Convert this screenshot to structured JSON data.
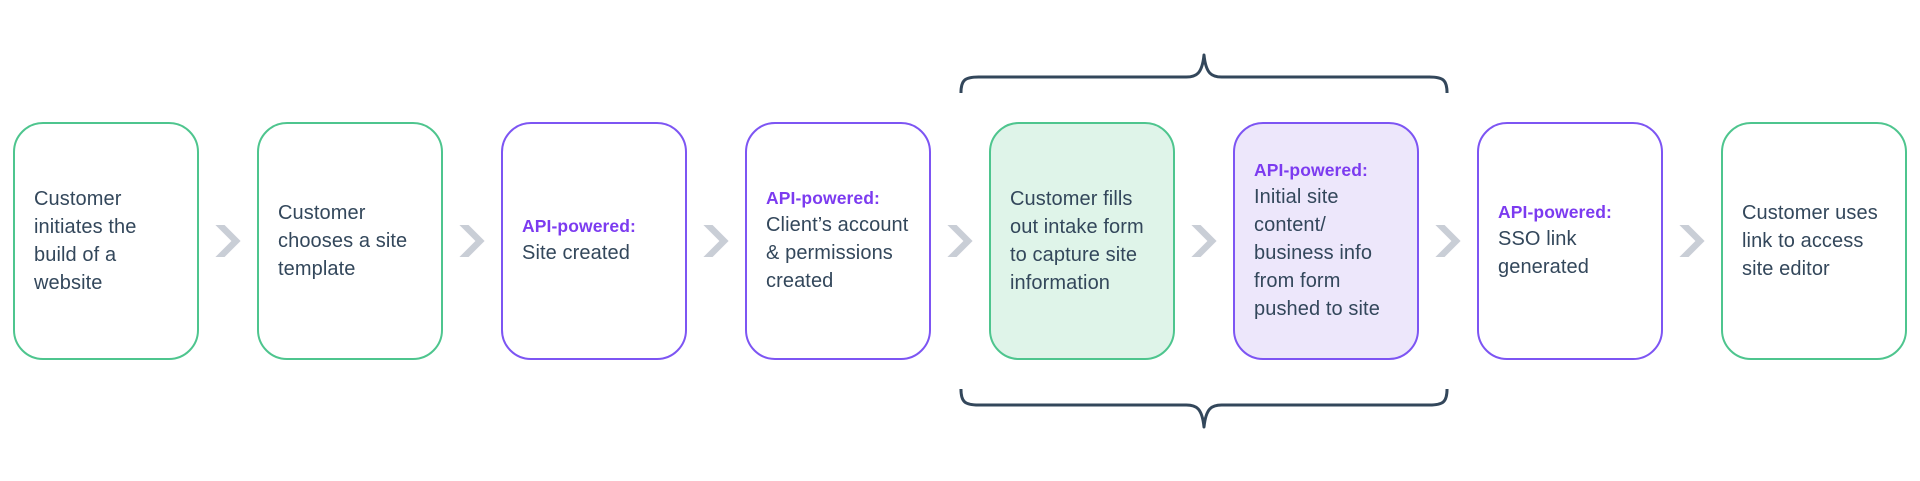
{
  "flow": {
    "steps": [
      {
        "text": "Customer initiates the build of a website"
      },
      {
        "text": "Customer chooses a site template"
      },
      {
        "prefix": "API-powered:",
        "text": "Site created"
      },
      {
        "prefix": "API-powered:",
        "text": "Client’s account & permissions created"
      },
      {
        "text": "Customer fills out intake form to capture site information"
      },
      {
        "prefix": "API-powered:",
        "text": "Initial site content/ business info from form pushed to site"
      },
      {
        "prefix": "API-powered:",
        "text": "SSO link generated"
      },
      {
        "text": "Customer uses link to access site editor"
      }
    ],
    "colors": {
      "green_border": "#4EC58E",
      "green_fill": "#DFF4E9",
      "purple_border": "#7D55F3",
      "purple_fill": "#EDE7FB",
      "purple_text": "#7C3BF0",
      "text_dark": "#33475B",
      "chevron_gray": "#C9CED6"
    }
  }
}
